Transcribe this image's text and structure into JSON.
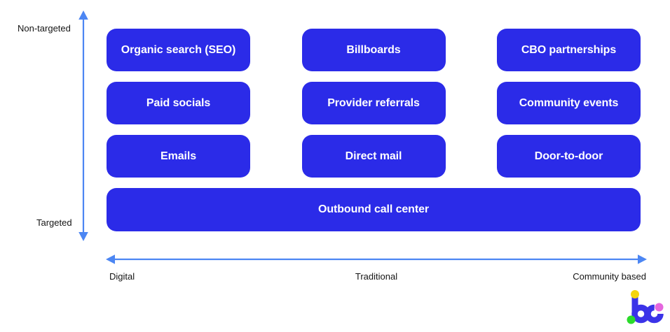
{
  "axes": {
    "y_top": "Non-targeted",
    "y_bottom": "Targeted",
    "x_left": "Digital",
    "x_center": "Traditional",
    "x_right": "Community based"
  },
  "matrix": {
    "rows": [
      [
        "Organic search (SEO)",
        "Billboards",
        "CBO partnerships"
      ],
      [
        "Paid socials",
        "Provider referrals",
        "Community events"
      ],
      [
        "Emails",
        "Direct mail",
        "Door-to-door"
      ]
    ],
    "full_width": "Outbound call center"
  },
  "colors": {
    "box_fill": "#2B2BE8",
    "box_text": "#FFFFFF",
    "arrow": "#4C86F3",
    "label_text": "#141414",
    "logo_blue": "#3B33E8",
    "logo_yellow": "#F4D40E",
    "logo_green": "#2BDB2B",
    "logo_pink": "#E567DE"
  },
  "logo": {
    "icon": "bc-logo"
  }
}
